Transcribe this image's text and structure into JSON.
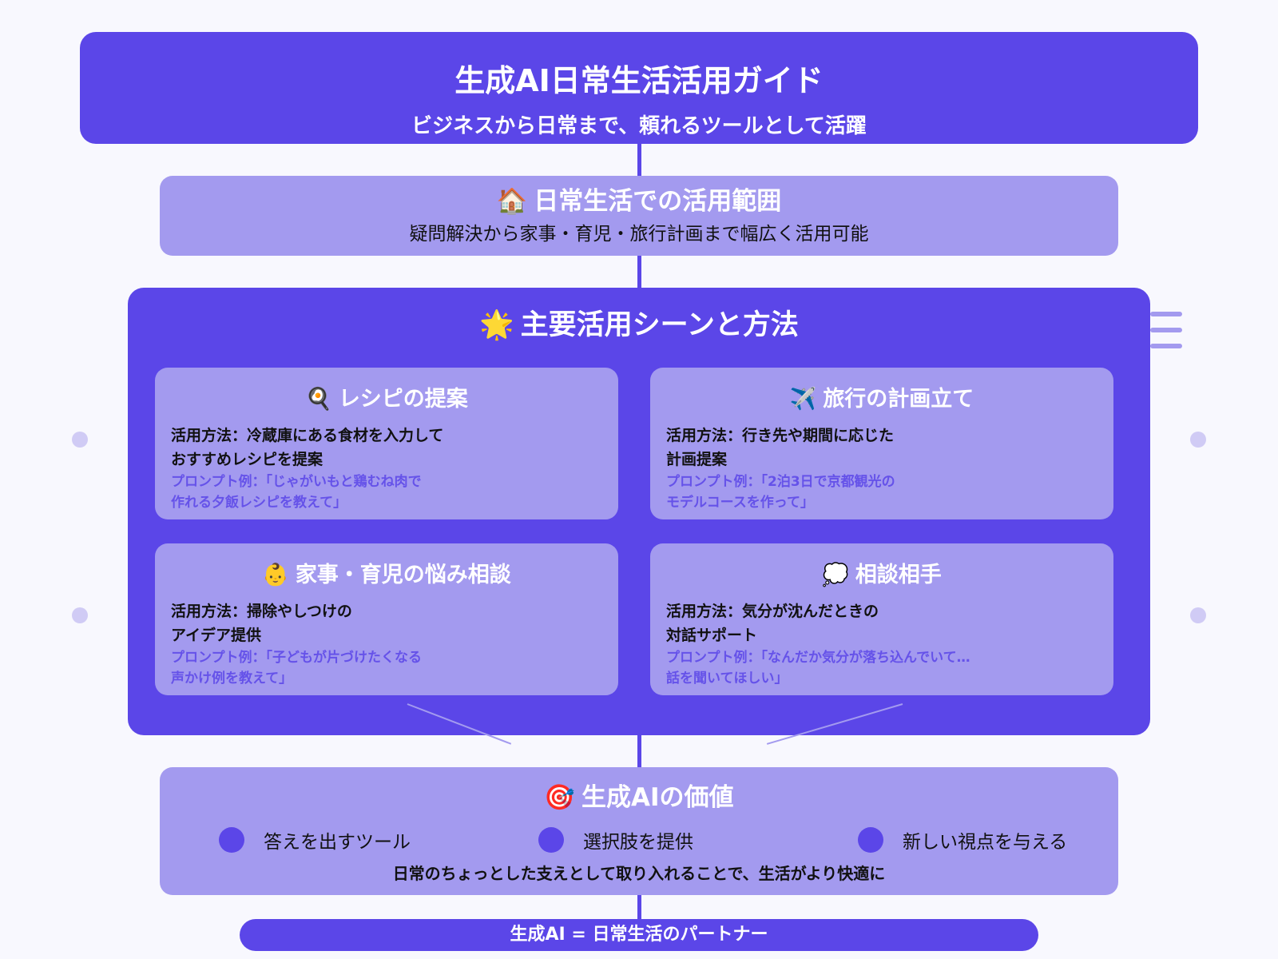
{
  "header": {
    "title": "生成AI日常生活活用ガイド",
    "subtitle": "ビジネスから日常まで、頼れるツールとして活躍"
  },
  "scope": {
    "icon": "🏠",
    "title": "日常生活での活用範囲",
    "description": "疑問解決から家事・育児・旅行計画まで幅広く活用可能"
  },
  "scenes": {
    "icon": "🌟",
    "title": "主要活用シーンと方法",
    "cards": [
      {
        "icon": "🍳",
        "title": "レシピの提案",
        "method_line1": "活用方法：冷蔵庫にある食材を入力して",
        "method_line2": "おすすめレシピを提案",
        "prompt_line1": "プロンプト例：「じゃがいもと鶏むね肉で",
        "prompt_line2": "作れる夕飯レシピを教えて」"
      },
      {
        "icon": "✈️",
        "title": "旅行の計画立て",
        "method_line1": "活用方法：行き先や期間に応じた",
        "method_line2": "計画提案",
        "prompt_line1": "プロンプト例：「2泊3日で京都観光の",
        "prompt_line2": "モデルコースを作って」"
      },
      {
        "icon": "👶",
        "title": "家事・育児の悩み相談",
        "method_line1": "活用方法：掃除やしつけの",
        "method_line2": "アイデア提供",
        "prompt_line1": "プロンプト例：「子どもが片づけたくなる",
        "prompt_line2": "声かけ例を教えて」"
      },
      {
        "icon": "💭",
        "title": "相談相手",
        "method_line1": "活用方法：気分が沈んだときの",
        "method_line2": "対話サポート",
        "prompt_line1": "プロンプト例：「なんだか気分が落ち込んでいて…",
        "prompt_line2": "話を聞いてほしい」"
      }
    ]
  },
  "value": {
    "icon": "🎯",
    "title": "生成AIの価値",
    "items": [
      {
        "label": "答えを出すツール"
      },
      {
        "label": "選択肢を提供"
      },
      {
        "label": "新しい視点を与える"
      }
    ],
    "summary": "日常のちょっとした支えとして取り入れることで、生活がより快適に"
  },
  "footer": {
    "text": "生成AI = 日常生活のパートナー"
  },
  "colors": {
    "primary": "#5b46e8",
    "secondary": "#a39aef",
    "background": "#f8f8fe",
    "decor_dot": "#d0cbf5"
  }
}
